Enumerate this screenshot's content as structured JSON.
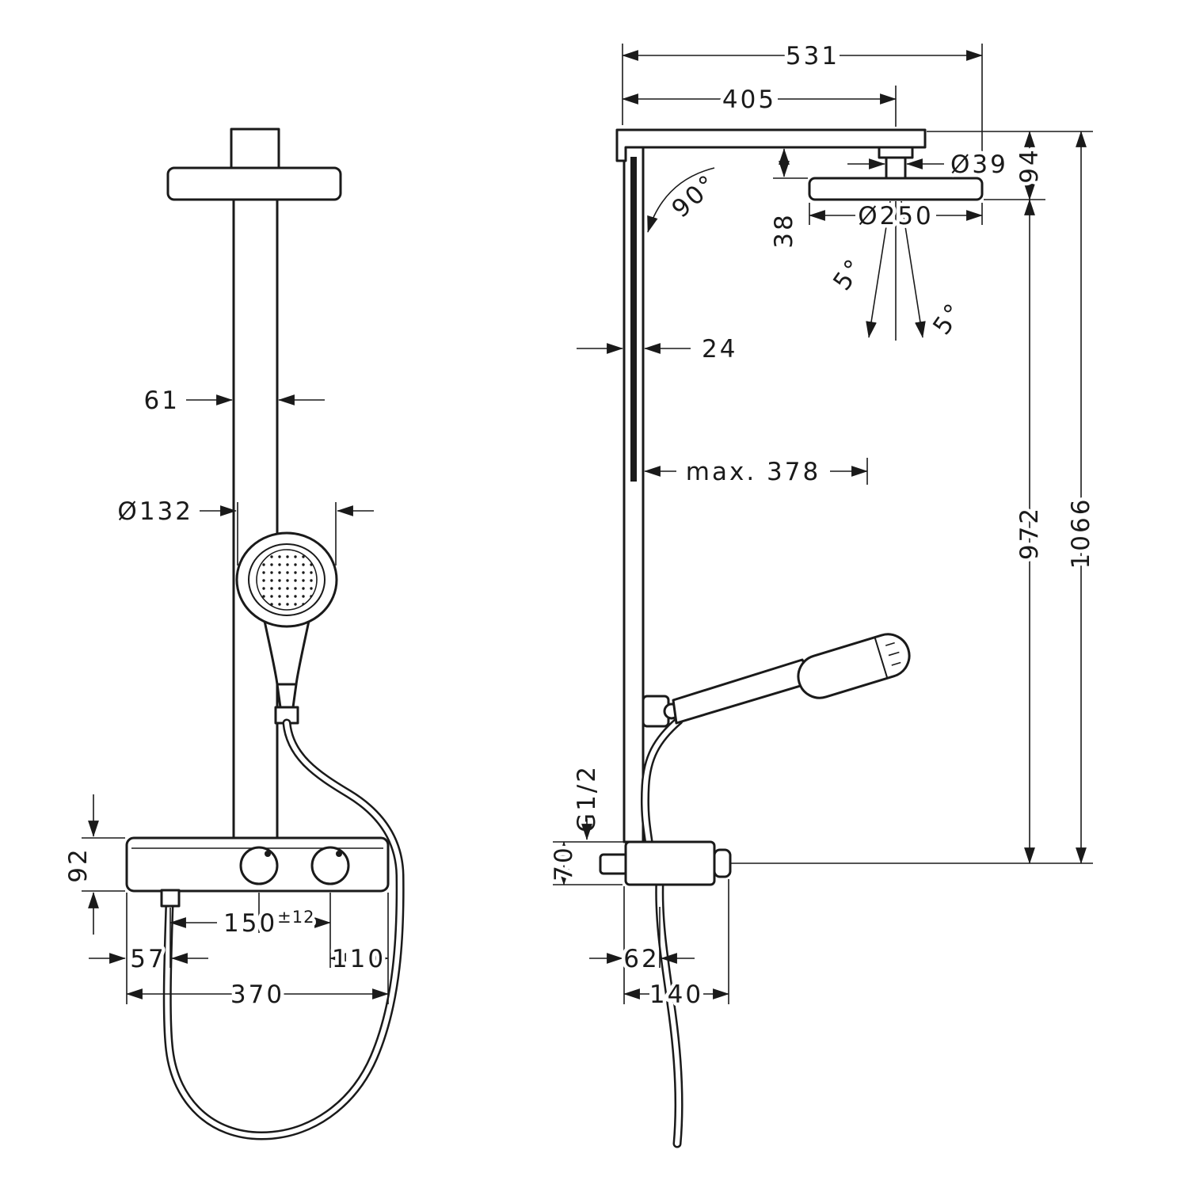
{
  "drawing": {
    "subject": "shower-system-dimensional-drawing",
    "colors": {
      "line": "#1a1a1a",
      "background": "#ffffff"
    }
  },
  "front": {
    "pipe_width": "61",
    "handshower_diameter": "Ø132",
    "shelf_height": "92",
    "knob_spacing": "150",
    "knob_spacing_tol": "±12",
    "hose_inlet_offset": "57",
    "knob_edge_offset": "110",
    "shelf_width": "370"
  },
  "side": {
    "arm_reach_total": "531",
    "arm_reach_head": "405",
    "stem_diameter": "Ø39",
    "head_drop": "94",
    "head_gap": "38",
    "arm_angle": "90°",
    "head_diameter": "Ø250",
    "spray_angle_left": "5°",
    "spray_angle_right": "5°",
    "bar_depth": "24",
    "hose_reach": "max. 378",
    "bar_height": "972",
    "total_height": "1066",
    "inlet_thread": "G1/2",
    "valve_height": "70",
    "hose_outlet_offset": "62",
    "valve_depth": "140"
  }
}
